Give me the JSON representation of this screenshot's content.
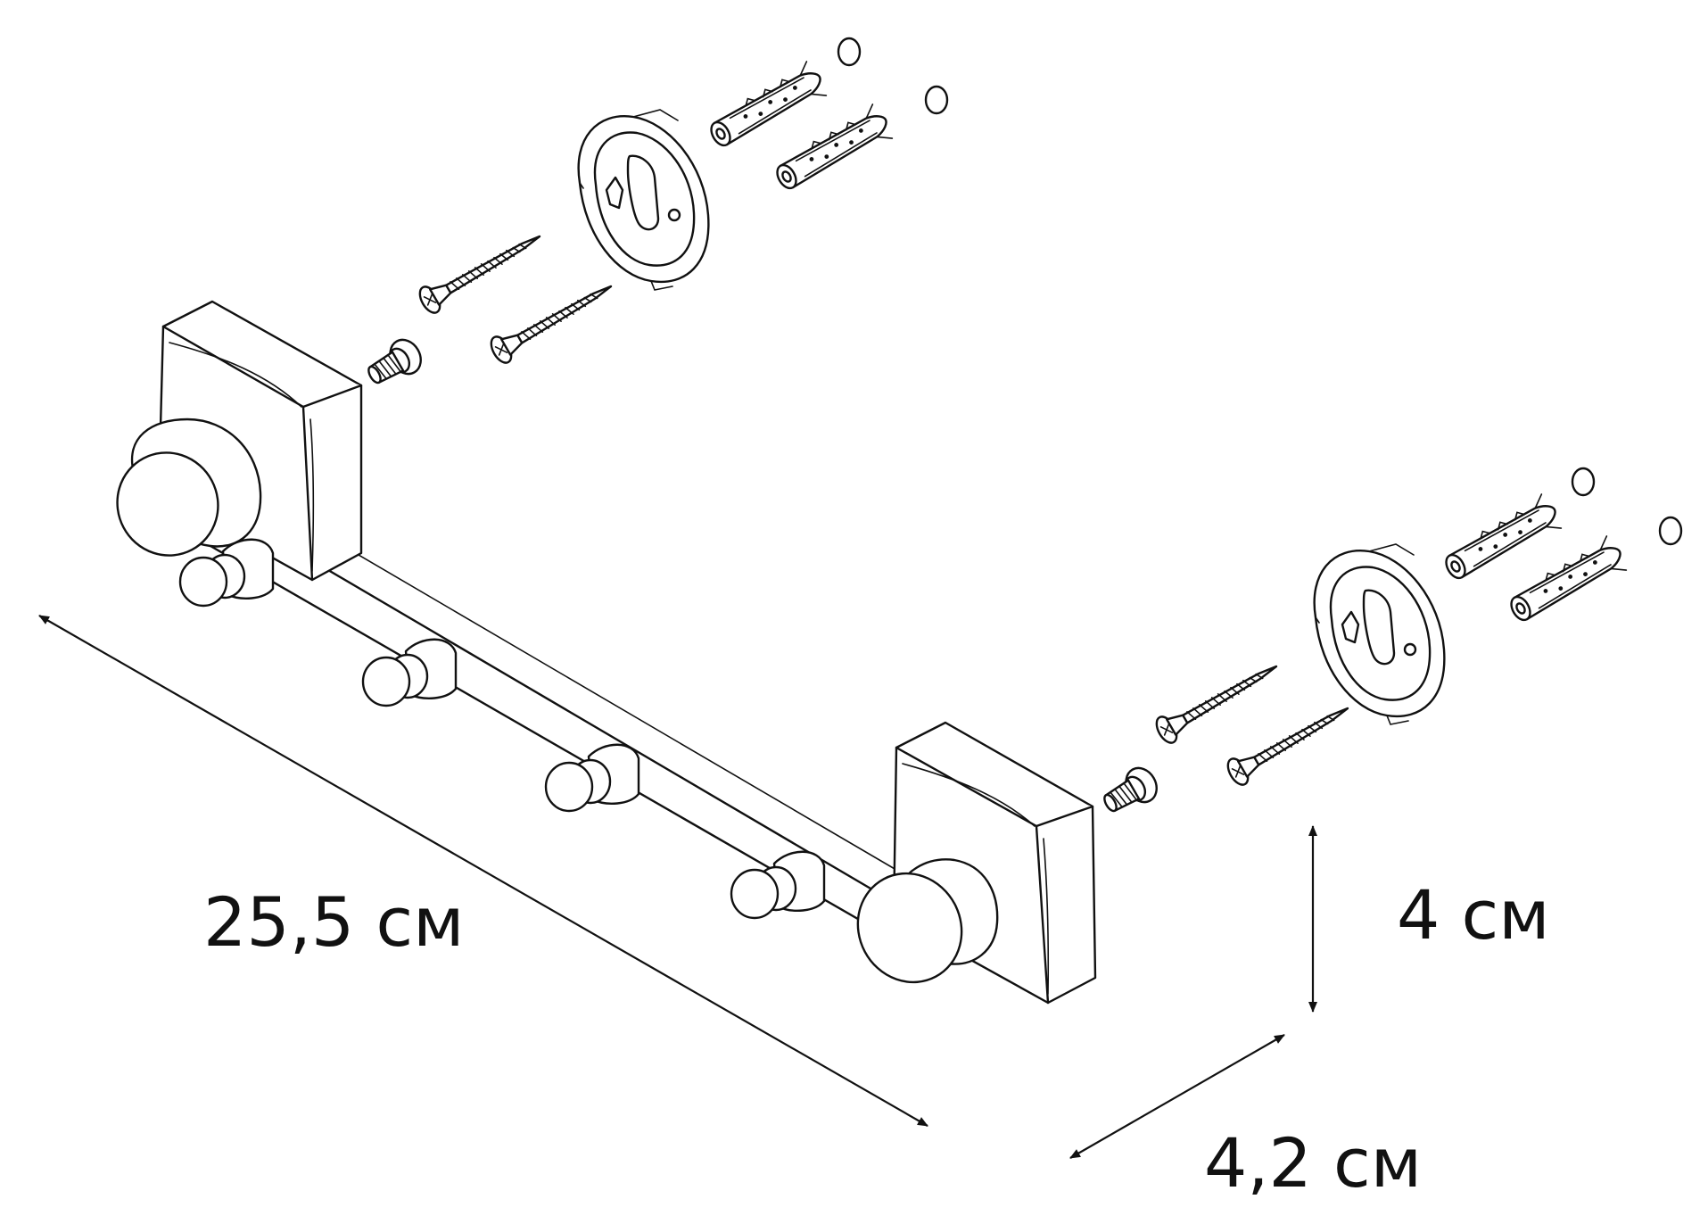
{
  "diagram": {
    "subject": "wall-mounted hook rail with four hooks — exploded mounting view",
    "dimensions": {
      "length": "25,5 см",
      "height": "4 см",
      "depth": "4,2 см"
    },
    "hook_count": 4,
    "mounting_sets": 2,
    "parts_per_set": [
      "wall-plug",
      "wall-plug",
      "screw",
      "screw",
      "mounting-ring",
      "set-screw",
      "cap",
      "cap"
    ]
  }
}
